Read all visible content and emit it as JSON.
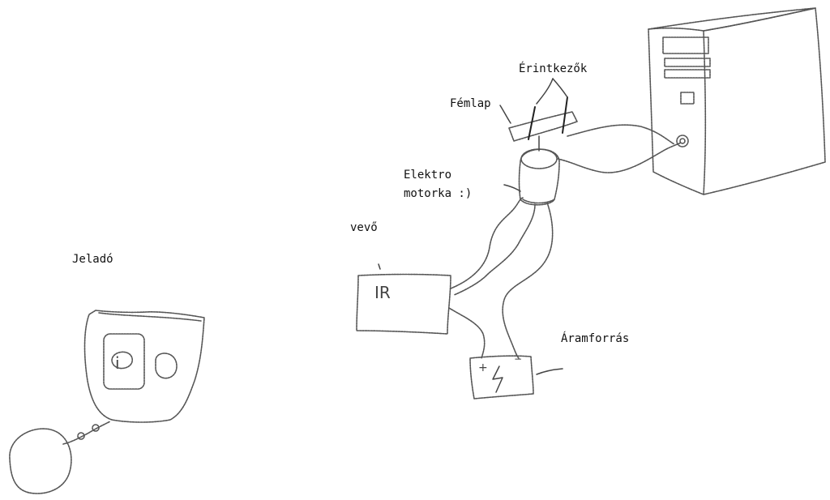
{
  "labels": {
    "transmitter": "Jeladó",
    "receiver": "vevő",
    "electric_motor": "Elektro motorka :)",
    "electric_motor_line1": "Elektro",
    "electric_motor_line2": "motorka :)",
    "metal_plate": "Fémlap",
    "contacts": "Érintkezők",
    "power_source": "Áramforrás"
  },
  "sketch_marks": {
    "receiver_box_text": "IR",
    "remote_button_text": "i",
    "battery_plus": "+",
    "battery_minus": "−"
  },
  "colors": {
    "background": "#ffffff",
    "pencil": "#555555",
    "ink": "#222222",
    "text": "#111111"
  }
}
